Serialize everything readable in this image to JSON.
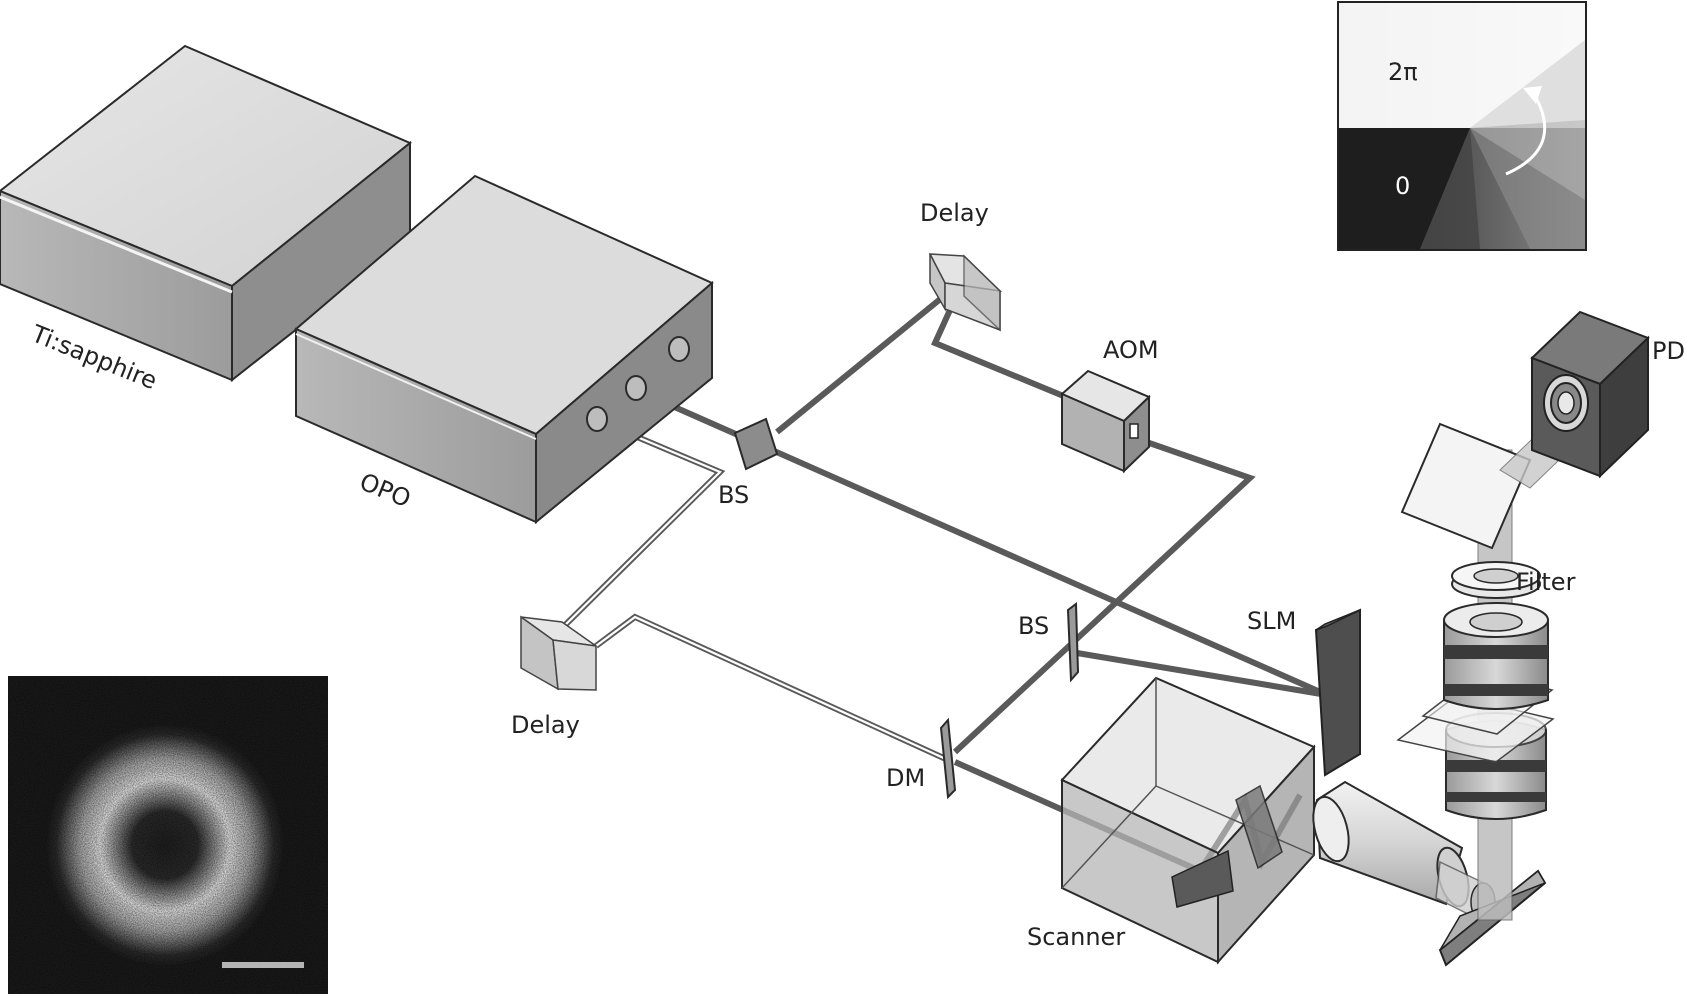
{
  "labels": {
    "tisapphire": "Ti:sapphire",
    "opo": "OPO",
    "bs1": "BS",
    "delay_top": "Delay",
    "aom": "AOM",
    "delay_bottom": "Delay",
    "bs2": "BS",
    "dm": "DM",
    "slm": "SLM",
    "scanner": "Scanner",
    "filter": "Filter",
    "pd": "PD"
  },
  "phase_inset": {
    "top_value": "2π",
    "bottom_value": "0"
  },
  "colors": {
    "box_top": "#e0e0e0",
    "box_front": "#a4a4a4",
    "box_side": "#8c8c8c",
    "beam": "#5a5a5a",
    "dark_component": "#4a4a4a",
    "scale_bar": "#b4b4b4"
  }
}
